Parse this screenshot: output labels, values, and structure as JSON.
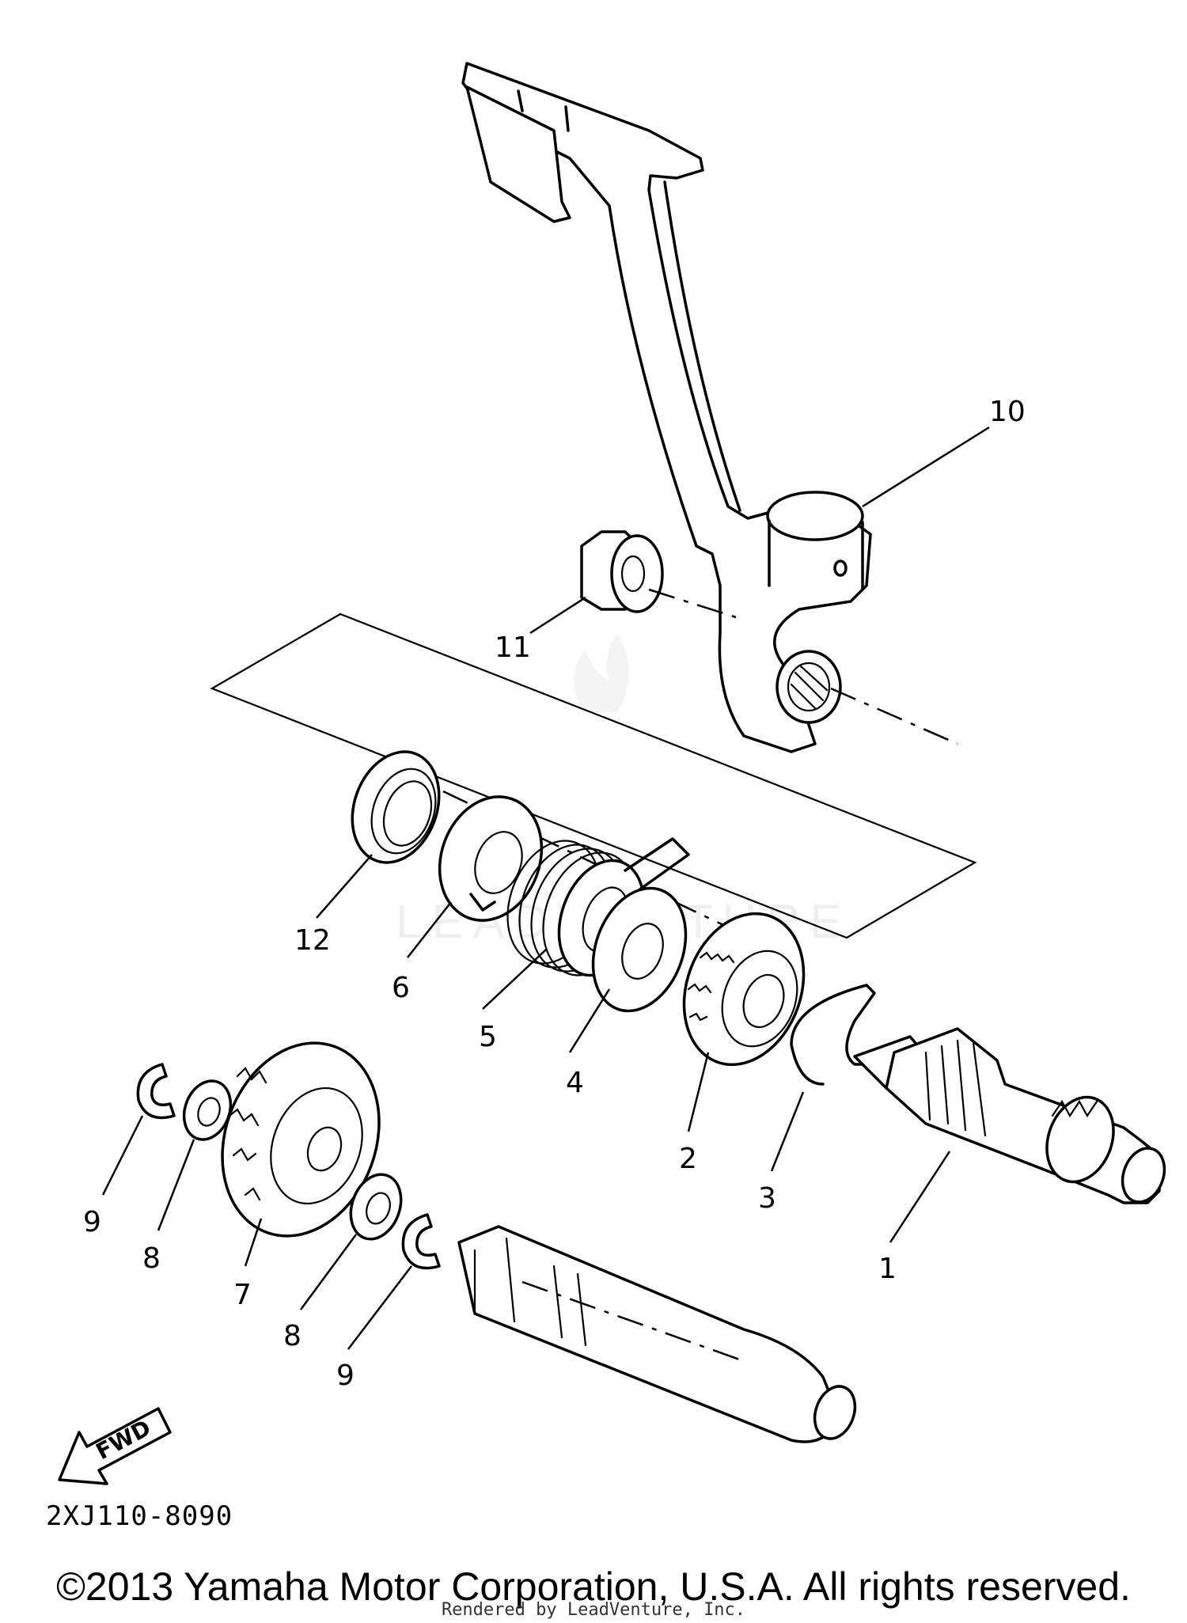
{
  "diagram": {
    "callouts": [
      "1",
      "2",
      "3",
      "4",
      "5",
      "6",
      "7",
      "8",
      "9",
      "10",
      "11",
      "12"
    ],
    "extra_callouts": [
      "8",
      "9"
    ],
    "fwd_label": "FWD",
    "part_code": "2XJ110-8090",
    "watermark": "LEADVENTURE"
  },
  "footer": {
    "copyright": "©2013 Yamaha Motor Corporation, U.S.A. All rights reserved.",
    "rendered_by": "Rendered by LeadVenture, Inc."
  }
}
